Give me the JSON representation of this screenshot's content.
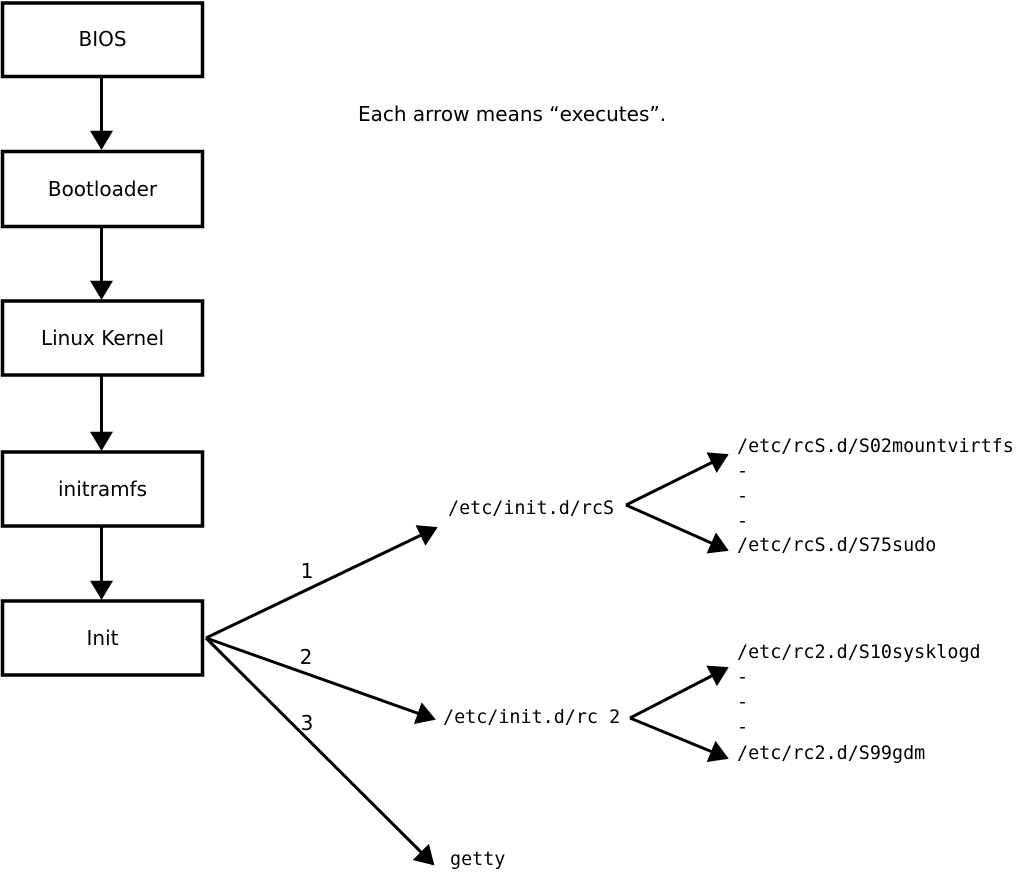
{
  "colors": {
    "background": "#ffffff",
    "ink": "#000000"
  },
  "caption": "Each arrow means “executes”.",
  "boot_chain": [
    {
      "label": "BIOS"
    },
    {
      "label": "Bootloader"
    },
    {
      "label": "Linux Kernel"
    },
    {
      "label": "initramfs"
    },
    {
      "label": "Init"
    }
  ],
  "init_branches": [
    {
      "order": "1",
      "target": "/etc/init.d/rcS"
    },
    {
      "order": "2",
      "target": "/etc/init.d/rc 2"
    },
    {
      "order": "3",
      "target": "getty"
    }
  ],
  "rcS_scripts": [
    "/etc/rcS.d/S02mountvirtfs",
    "-",
    "-",
    "-",
    "/etc/rcS.d/S75sudo"
  ],
  "rc2_scripts": [
    "/etc/rc2.d/S10sysklogd",
    "-",
    "-",
    "-",
    "/etc/rc2.d/S99gdm"
  ]
}
